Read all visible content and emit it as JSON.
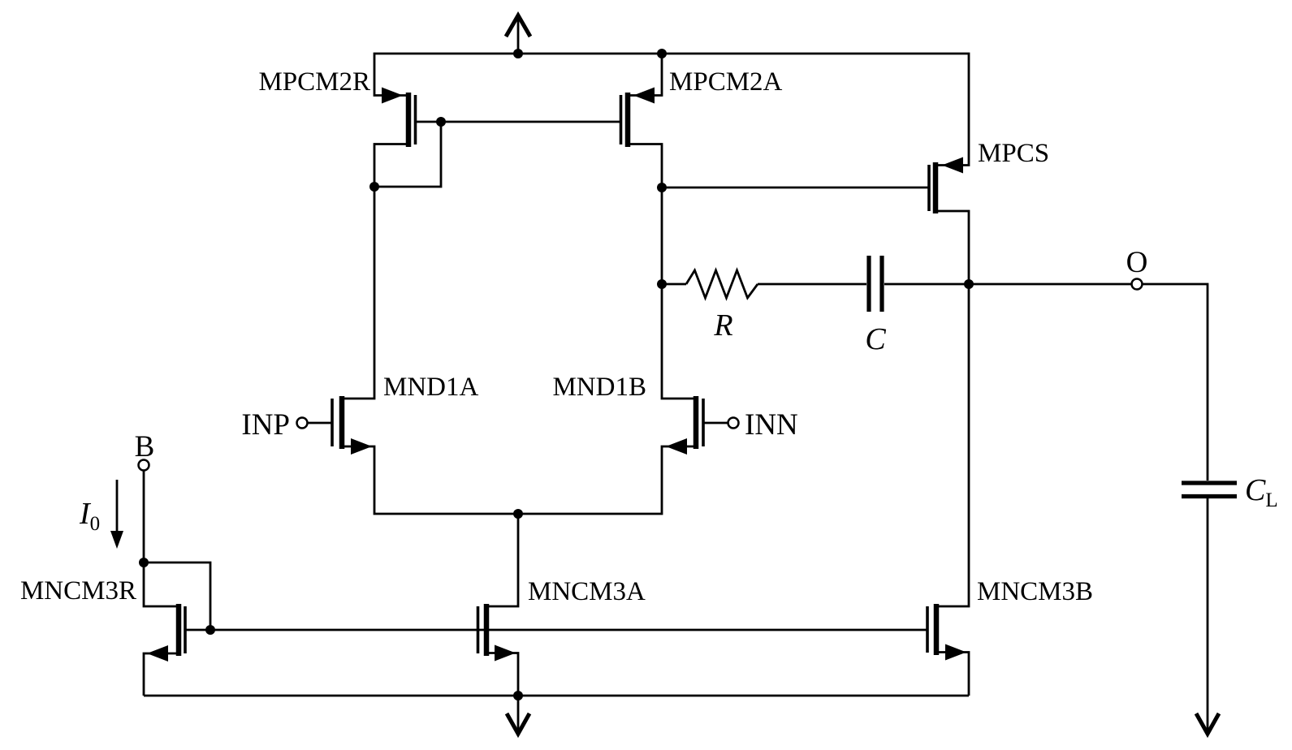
{
  "schematic": {
    "colors": {
      "ink": "#000000",
      "background": "#ffffff"
    },
    "icons": {
      "power": "vdd-up-arrow",
      "ground": "ground-down-arrow",
      "junction": "filled-dot",
      "terminal": "open-circle"
    },
    "transistors": {
      "mpcm2r": {
        "label": "MPCM2R",
        "type": "pmos"
      },
      "mpcm2a": {
        "label": "MPCM2A",
        "type": "pmos"
      },
      "mpcs": {
        "label": "MPCS",
        "type": "pmos"
      },
      "mnd1a": {
        "label": "MND1A",
        "type": "nmos"
      },
      "mnd1b": {
        "label": "MND1B",
        "type": "nmos"
      },
      "mncm3r": {
        "label": "MNCM3R",
        "type": "nmos"
      },
      "mncm3a": {
        "label": "MNCM3A",
        "type": "nmos"
      },
      "mncm3b": {
        "label": "MNCM3B",
        "type": "nmos"
      }
    },
    "terminals": {
      "b": {
        "label": "B"
      },
      "inp": {
        "label": "INP"
      },
      "inn": {
        "label": "INN"
      },
      "o": {
        "label": "O"
      }
    },
    "passives": {
      "r": {
        "label": "R"
      },
      "c": {
        "label": "C"
      },
      "cl": {
        "label_main": "C",
        "label_sub": "L"
      }
    },
    "sources": {
      "i0": {
        "label_main": "I",
        "label_sub": "0"
      }
    }
  }
}
